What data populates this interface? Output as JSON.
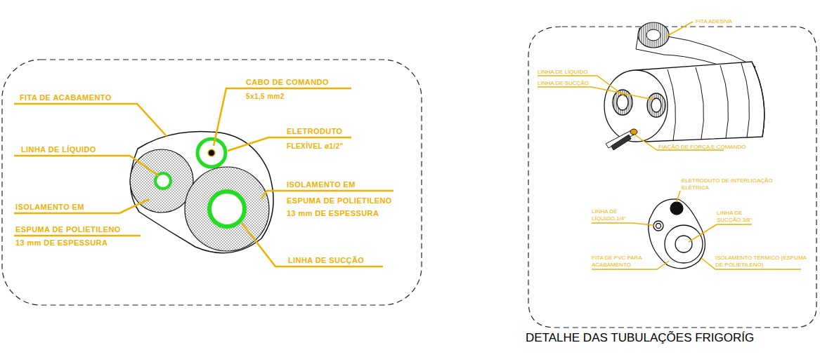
{
  "diagram": {
    "caption": "DETALHE DAS TUBULAÇÕES FRIGORÍG",
    "labels": [
      "FITA DE ACABAMENTO",
      "CABO DE COMANDO",
      "5x1,5 mm2",
      "ELETRODUTO",
      "FLEXÍVEL ø1/2\"",
      "LINHA DE LÍQUIDO",
      "ISOLAMENTO EM",
      "ESPUMA DE POLIETILENO",
      "13 mm DE ESPESSURA",
      "ISOLAMENTO EM",
      "ESPUMA DE POLIETILENO",
      "13 mm DE ESPESSURA",
      "LINHA DE SUCÇÃO",
      "FITA ADESIVA",
      "LINHA DE LÍQUIDO",
      "LINHA DE SUCÇÃO",
      "FIAÇÃO DE FORÇA E COMANDO",
      "ELETRODUTO DE INTERLIGAÇÃO ELÉTRICA",
      "LINHA DE LÍQUIDO 1/4\"",
      "LINHA DE SUCÇÃO 3/8\"",
      "FITA DE PVC PARA ACABAMENTO",
      "ISOLAMENTO TÉRMICO (ESPUMA DE POLIETILENO)"
    ]
  }
}
